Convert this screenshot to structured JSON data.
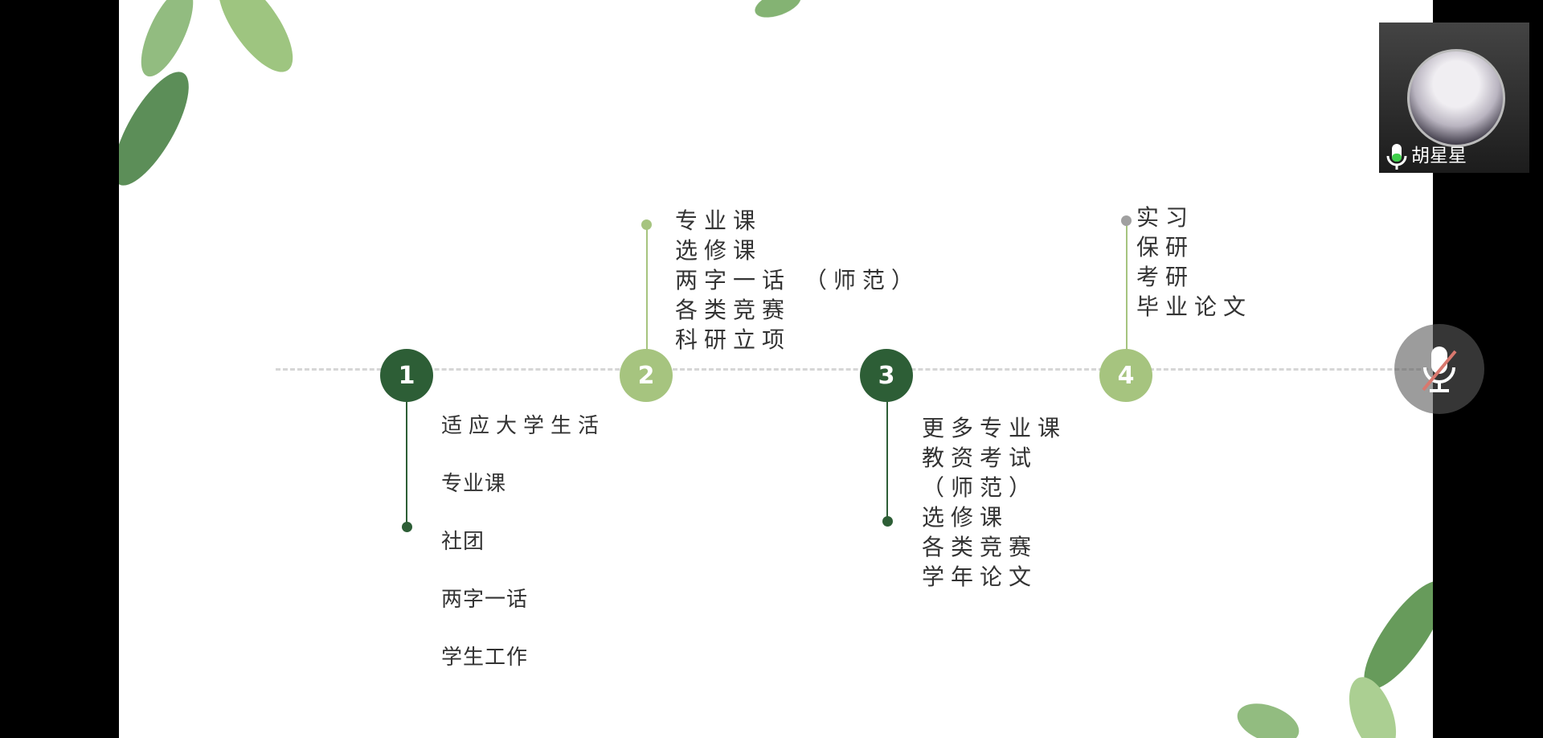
{
  "participant": {
    "name": "胡星星"
  },
  "timeline": [
    {
      "number": "1",
      "items": [
        "适应大学生活",
        "专业课",
        "社团",
        "两字一话",
        "学生工作"
      ]
    },
    {
      "number": "2",
      "items": [
        "专业课",
        "选修课",
        "两字一话 （师范）",
        "各类竞赛",
        "科研立项"
      ]
    },
    {
      "number": "3",
      "items": [
        "更多专业课",
        "教资考试",
        "（师范）",
        "选修课",
        "各类竞赛",
        "学年论文"
      ]
    },
    {
      "number": "4",
      "items": [
        "实习",
        "保研",
        "考研",
        "毕业论文"
      ]
    }
  ],
  "colors": {
    "dark_green": "#2d5e36",
    "light_green": "#a6c47f"
  }
}
